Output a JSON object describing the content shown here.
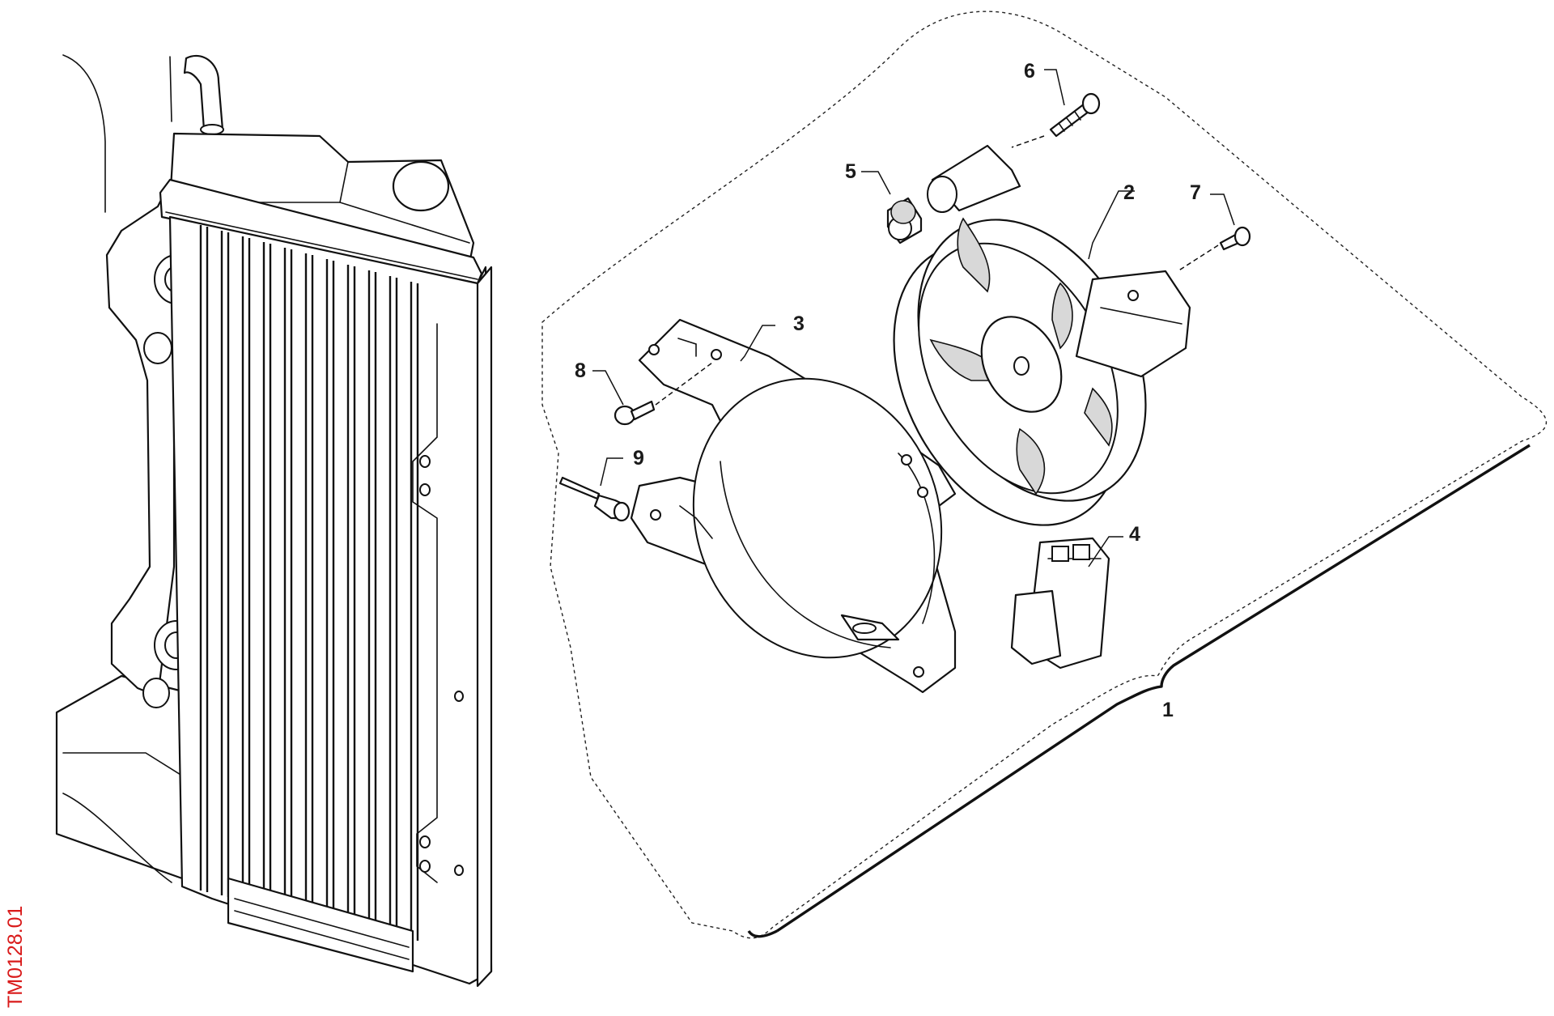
{
  "document_code": "TM0128.01",
  "callouts": [
    {
      "id": "1",
      "label": "1"
    },
    {
      "id": "2",
      "label": "2"
    },
    {
      "id": "3",
      "label": "3"
    },
    {
      "id": "4",
      "label": "4"
    },
    {
      "id": "5",
      "label": "5"
    },
    {
      "id": "6",
      "label": "6"
    },
    {
      "id": "7",
      "label": "7"
    },
    {
      "id": "8",
      "label": "8"
    },
    {
      "id": "9",
      "label": "9"
    }
  ],
  "colors": {
    "line": "#111111",
    "code": "#d91a1a",
    "background": "#ffffff"
  }
}
